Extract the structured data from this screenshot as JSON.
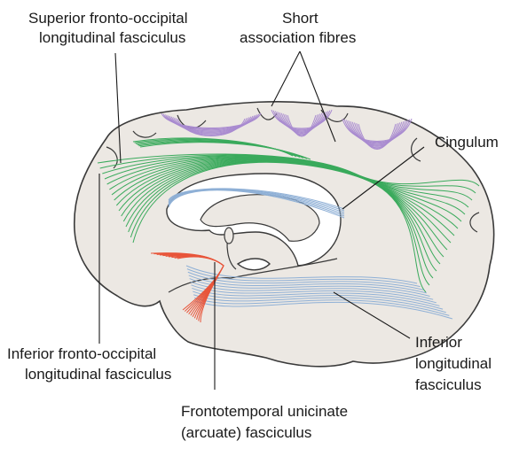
{
  "labels": {
    "superior_fof": {
      "line1": "Superior fronto-occipital",
      "line2": "longitudinal fasciculus"
    },
    "short_fibres": {
      "line1": "Short",
      "line2": "association fibres"
    },
    "cingulum": {
      "line1": "Cingulum"
    },
    "inferior_fof": {
      "line1": "Inferior fronto-occipital",
      "line2": "longitudinal fasciculus"
    },
    "inferior_lf": {
      "line1": "Inferior",
      "line2": "longitudinal",
      "line3": "fasciculus"
    },
    "unciate": {
      "line1": "Frontotemporal  unicinate",
      "line2": "(arcuate) fasciculus"
    }
  },
  "colors": {
    "short_association": "#a98bd0",
    "superior_fof": "#3aaa5c",
    "cingulum": "#3aaa5c",
    "inferior_lf": "#8fb0d6",
    "unciate": "#e8553a",
    "brain_fill": "#ece8e3"
  }
}
